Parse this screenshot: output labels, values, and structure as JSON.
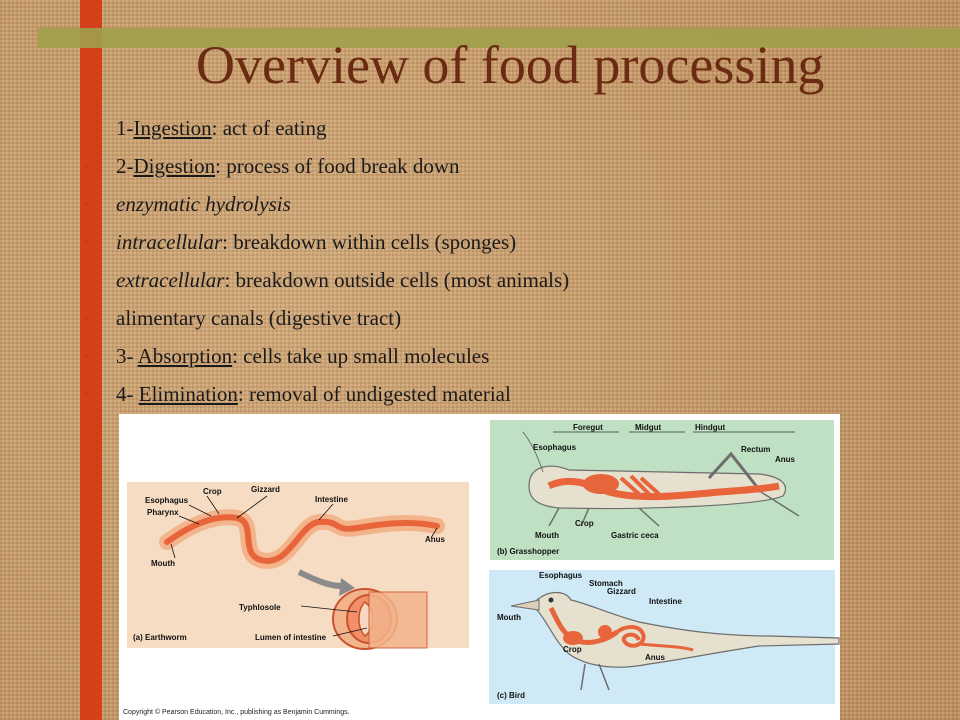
{
  "slide": {
    "title": "Overview of food processing",
    "bullets": [
      {
        "prefix": "1-",
        "term": "Ingestion",
        "rest": ": act of eating"
      },
      {
        "prefix": "2-",
        "term": "Digestion",
        "rest": ": process of food break down"
      },
      {
        "italic": "enzymatic hydrolysis"
      },
      {
        "italic": "intracellular",
        "rest": ": breakdown within cells (sponges)"
      },
      {
        "italic": "extracellular",
        "rest": ": breakdown outside cells (most animals)"
      },
      {
        "plain": "alimentary canals (digestive tract)"
      },
      {
        "prefix": "3- ",
        "term": "Absorption",
        "rest": ": cells take up small molecules"
      },
      {
        "prefix": "4- ",
        "term": "Elimination",
        "rest": ": removal of undigested material"
      }
    ],
    "bullet_glyph": "•"
  },
  "figure": {
    "earthworm": {
      "caption": "(a) Earthworm",
      "labels": {
        "crop": "Crop",
        "gizzard": "Gizzard",
        "esophagus": "Esophagus",
        "pharynx": "Pharynx",
        "intestine": "Intestine",
        "anus": "Anus",
        "mouth": "Mouth",
        "typhlosole": "Typhlosole",
        "lumen": "Lumen of intestine"
      }
    },
    "grasshopper": {
      "caption": "(b) Grasshopper",
      "labels": {
        "foregut": "Foregut",
        "midgut": "Midgut",
        "hindgut": "Hindgut",
        "esophagus": "Esophagus",
        "rectum": "Rectum",
        "anus": "Anus",
        "crop": "Crop",
        "mouth": "Mouth",
        "gastric_ceca": "Gastric ceca"
      }
    },
    "bird": {
      "caption": "(c) Bird",
      "labels": {
        "esophagus": "Esophagus",
        "stomach": "Stomach",
        "gizzard": "Gizzard",
        "intestine": "Intestine",
        "mouth": "Mouth",
        "crop": "Crop",
        "anus": "Anus"
      }
    },
    "copyright": "Copyright © Pearson Education, Inc., publishing as Benjamin Cummings."
  },
  "colors": {
    "accent_red": "#d3411a",
    "olive": "#9ea04a",
    "title": "#6b2a12",
    "organ": "#e8643a"
  }
}
